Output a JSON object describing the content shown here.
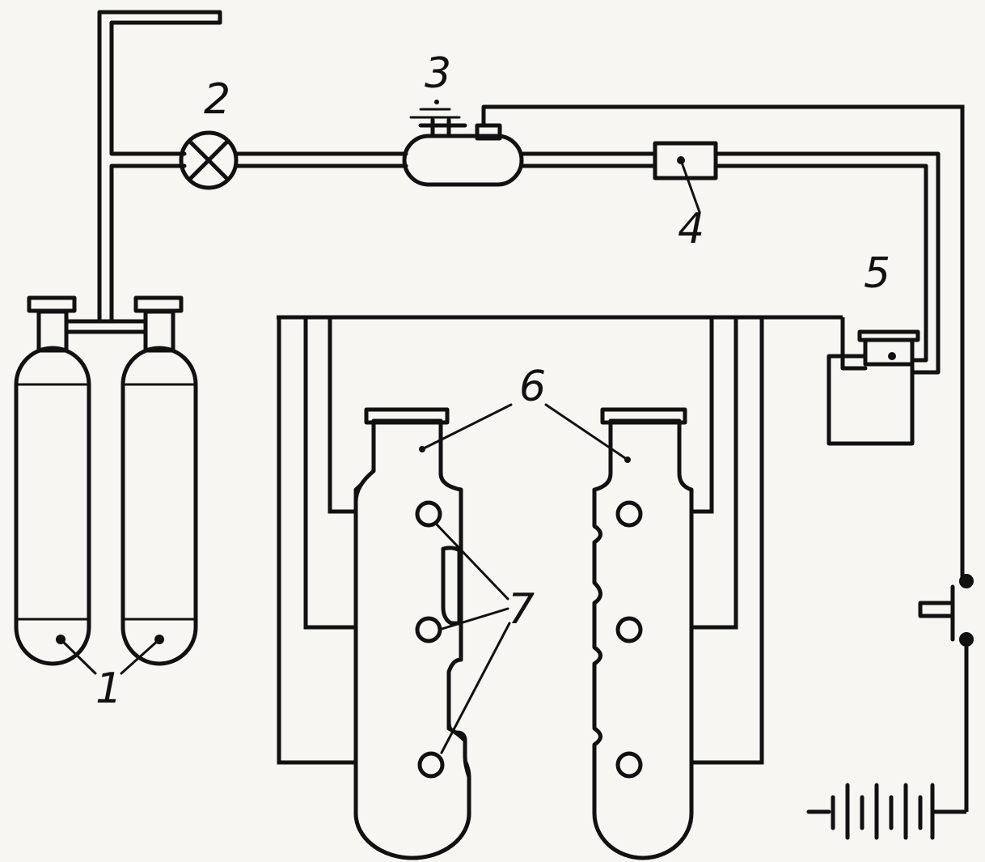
{
  "labels": {
    "cylinders": "1",
    "valve": "2",
    "regulator": "3",
    "component_4": "4",
    "component_5": "5",
    "blocks": "6",
    "contacts": "7"
  }
}
